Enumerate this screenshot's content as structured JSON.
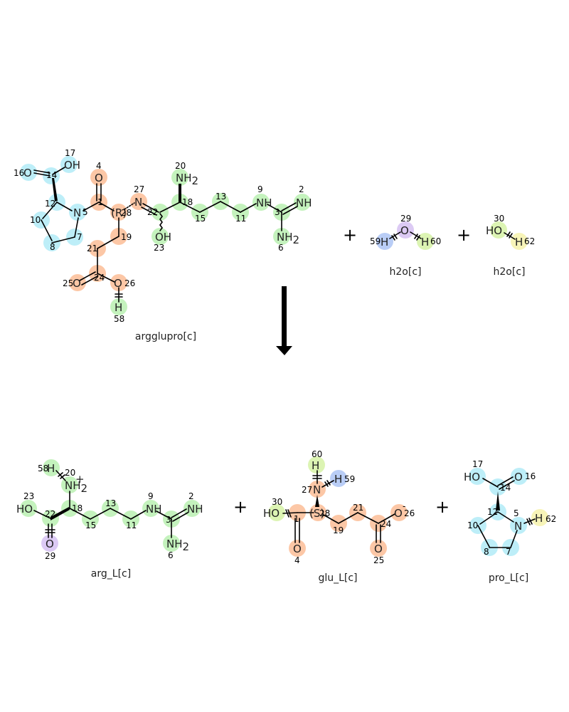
{
  "colors": {
    "orange": "#fcc7a6",
    "green": "#c4f2bd",
    "cyan": "#bdeef8",
    "blue": "#b9cdf6",
    "purple": "#dccaf4",
    "yellow": "#f7f4b8",
    "lime": "#dcf4b3",
    "arrow": "#000000"
  },
  "plus_sign": "+",
  "reactants": {
    "argglupro": {
      "name": "argglupro[c]",
      "labels": {
        "o16": "O",
        "oh17": "OH",
        "n5": "N",
        "r28": "(R)",
        "n27": "N",
        "nh2_20": "NH2",
        "nh9": "NH",
        "nh2_2": "NH",
        "nh2_6": "NH2",
        "oh23": "OH",
        "o4": "O",
        "o25": "O",
        "o26": "O",
        "h58": "H"
      },
      "indices": [
        "17",
        "16",
        "14",
        "12",
        "10",
        "8",
        "7",
        "5",
        "4",
        "1",
        "28",
        "19",
        "21",
        "24",
        "25",
        "26",
        "58",
        "27",
        "22",
        "23",
        "20",
        "18",
        "15",
        "13",
        "11",
        "9",
        "3",
        "2",
        "6"
      ]
    },
    "h2o_a": {
      "name": "h2o[c]",
      "labels": {
        "h59": "H",
        "o29": "O",
        "h60": "H"
      },
      "indices": [
        "29",
        "59",
        "60"
      ]
    },
    "h2o_b": {
      "name": "h2o[c]",
      "labels": {
        "ho30": "HO",
        "h62": "H"
      },
      "indices": [
        "30",
        "62"
      ]
    }
  },
  "products": {
    "arg": {
      "name": "arg_L[c]",
      "labels": {
        "h58": "H",
        "nh2_20": "NH2",
        "plus": "+",
        "ho23": "HO",
        "o29": "O",
        "nh9": "NH",
        "nh2": "NH",
        "nh2_6": "NH2"
      },
      "indices": [
        "58",
        "20",
        "23",
        "22",
        "29",
        "18",
        "15",
        "13",
        "11",
        "9",
        "3",
        "2",
        "6"
      ]
    },
    "glu": {
      "name": "glu_L[c]",
      "labels": {
        "h60": "H",
        "n27": "N",
        "h59": "H",
        "ho30": "HO",
        "s28": "(S)",
        "o4": "O",
        "o25": "O",
        "o26": "O",
        "minus": "-"
      },
      "indices": [
        "60",
        "27",
        "59",
        "30",
        "1",
        "28",
        "19",
        "21",
        "24",
        "26",
        "4",
        "25"
      ]
    },
    "pro": {
      "name": "pro_L[c]",
      "labels": {
        "ho17": "HO",
        "o16": "O",
        "n5": "N",
        "h62": "H"
      },
      "indices": [
        "17",
        "16",
        "14",
        "12",
        "5",
        "10",
        "8",
        "7",
        "62"
      ]
    }
  }
}
